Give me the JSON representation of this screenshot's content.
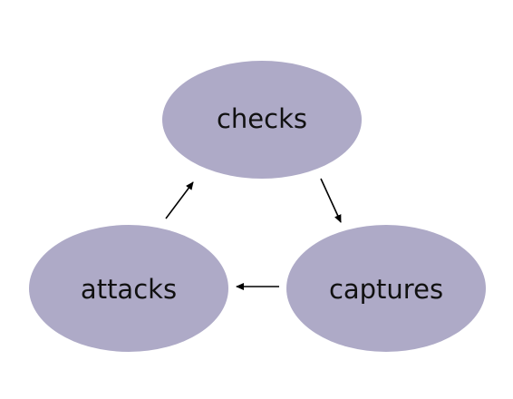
{
  "diagram": {
    "type": "cycle",
    "colors": {
      "node_fill": "#aeaac7",
      "arrow": "#000000",
      "text": "#111111",
      "background": "#ffffff"
    },
    "nodes": [
      {
        "id": "checks",
        "label": "checks"
      },
      {
        "id": "captures",
        "label": "captures"
      },
      {
        "id": "attacks",
        "label": "attacks"
      }
    ],
    "edges": [
      {
        "from": "checks",
        "to": "captures"
      },
      {
        "from": "captures",
        "to": "attacks"
      },
      {
        "from": "attacks",
        "to": "checks"
      }
    ]
  }
}
